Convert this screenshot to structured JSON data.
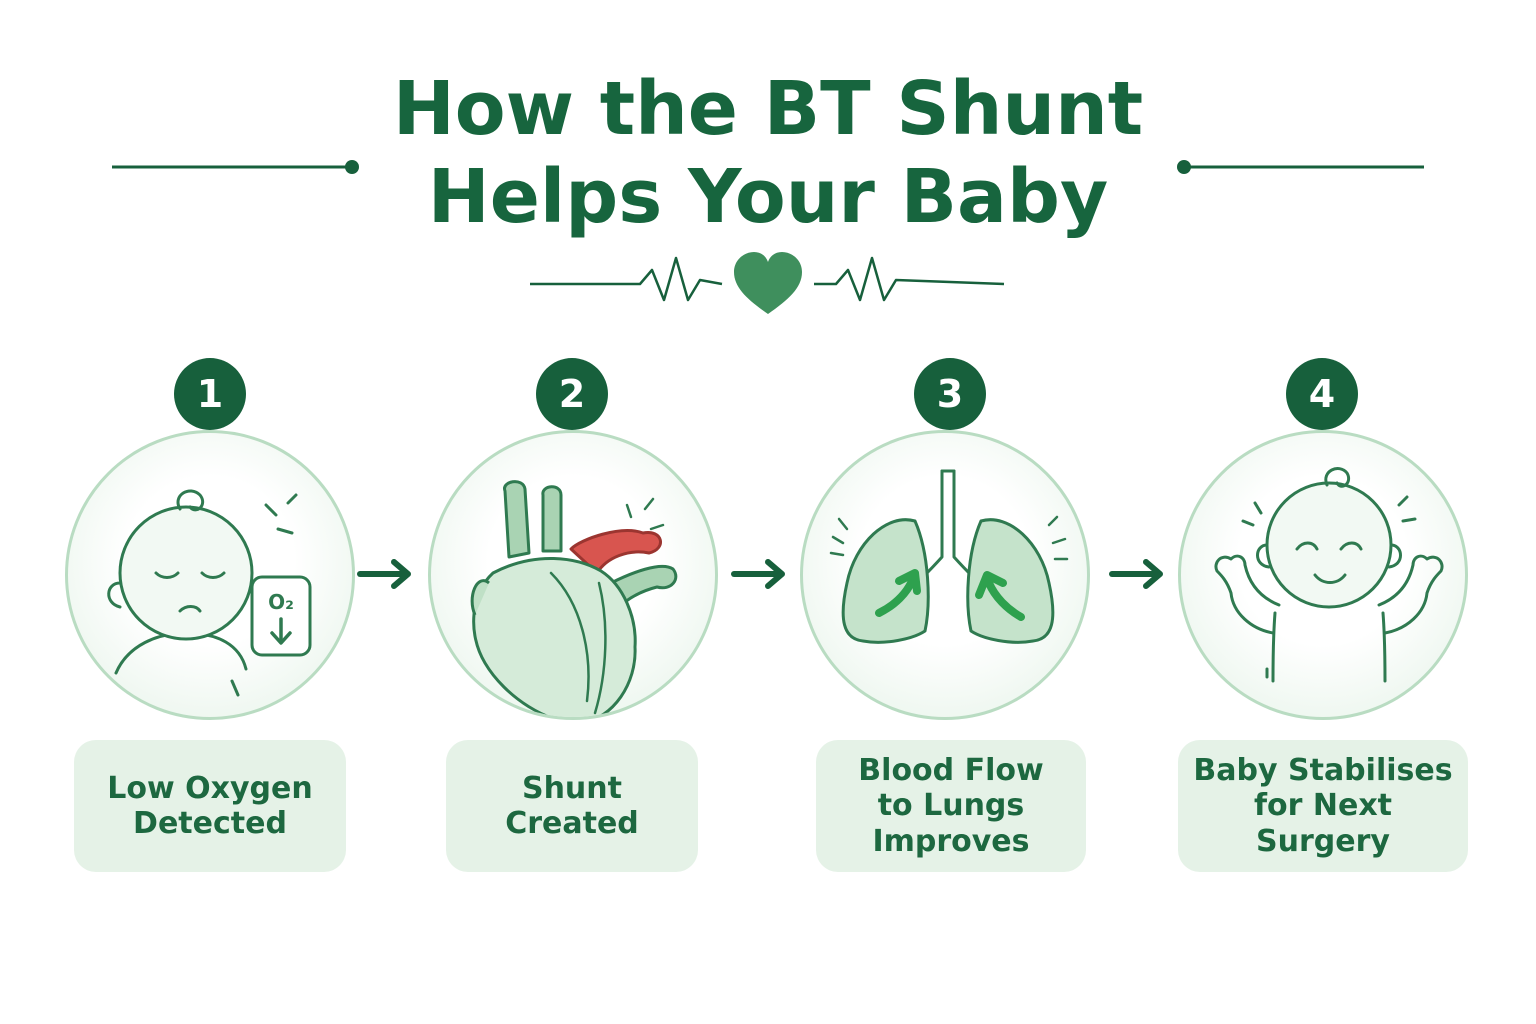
{
  "title": {
    "line1": "How the BT Shunt",
    "line2": "Helps Your Baby"
  },
  "colors": {
    "dark_green": "#17603c",
    "mid_green": "#3c8f5c",
    "light_green": "#e5f2e7",
    "circle_border": "#b9dcc2",
    "shunt_red": "#d8554f"
  },
  "steps": [
    {
      "number": "1",
      "label": "Low Oxygen\nDetected",
      "icon": "sleepy-baby-icon",
      "oxygen_label": "O₂"
    },
    {
      "number": "2",
      "label": "Shunt\nCreated",
      "icon": "heart-with-shunt-icon"
    },
    {
      "number": "3",
      "label": "Blood Flow\nto Lungs\nImproves",
      "icon": "lungs-icon"
    },
    {
      "number": "4",
      "label": "Baby Stabilises\nfor Next\nSurgery",
      "icon": "happy-baby-icon"
    }
  ]
}
